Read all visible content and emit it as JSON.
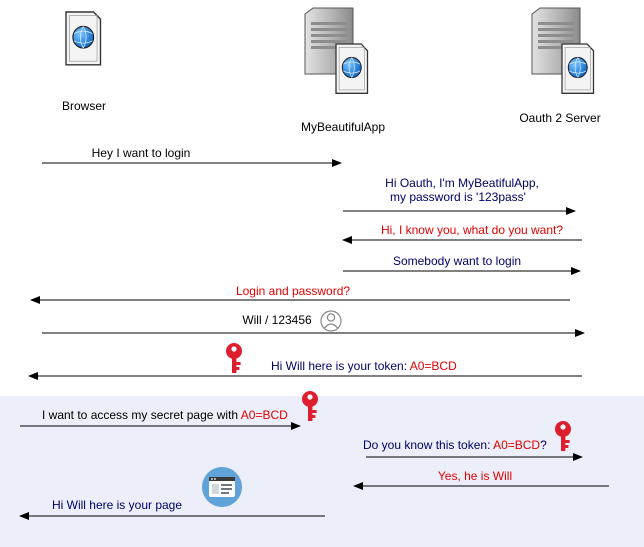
{
  "colors": {
    "dark": "#000066",
    "red": "#e60000",
    "black": "#000000",
    "highlight_band": "#eceef9",
    "key": "#dd1e2f"
  },
  "actors": {
    "browser": "Browser",
    "app": "MyBeautifulApp",
    "server": "Oauth 2 Server"
  },
  "messages": {
    "m1": "Hey I want to login",
    "m2_line1": "Hi Oauth, I'm MyBeatifulApp,",
    "m2_line2": "my password is '123pass'",
    "m3": "Hi, I know you, what do you want?",
    "m4": "Somebody want to login",
    "m5": "Login and password?",
    "m6": "Will / 123456",
    "m7_text": "Hi Will here is your token: ",
    "m7_token": "A0=BCD",
    "m8_text": "I want to access my secret page with ",
    "m8_token": "A0=BCD",
    "m9_text": "Do you know this token: ",
    "m9_token": "A0=BCD",
    "m9_tail": "?",
    "m10": "Yes, he is Will",
    "m11": "Hi Will here is your page"
  },
  "icons": {
    "browser": "browser-document-icon",
    "servers": "server-tower-icon",
    "user": "user-avatar-icon",
    "key": "key-icon",
    "page": "web-page-icon"
  }
}
